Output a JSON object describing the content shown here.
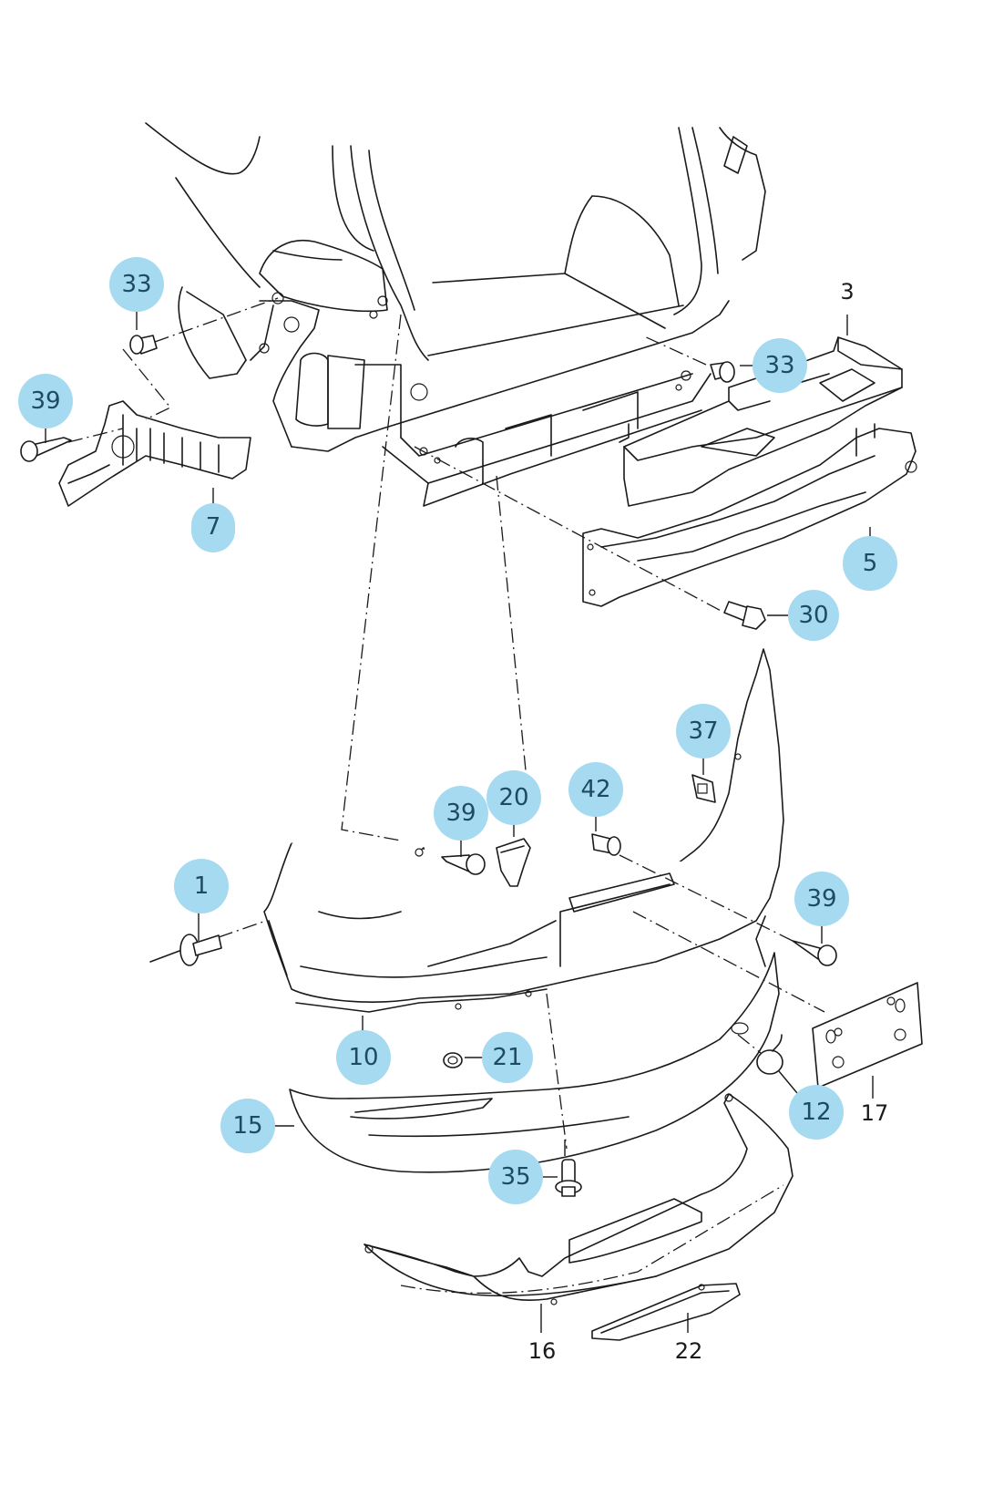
{
  "diagram": {
    "title": "Rear bumper assembly exploded view",
    "callout_color": "#a5daf0",
    "callout_text_color": "#1e4a62",
    "highlighted_callouts": [
      {
        "id": "c33a",
        "label": "33"
      },
      {
        "id": "c39a",
        "label": "39"
      },
      {
        "id": "c7",
        "label": "7"
      },
      {
        "id": "c33b",
        "label": "33"
      },
      {
        "id": "c5",
        "label": "5"
      },
      {
        "id": "c30",
        "label": "30"
      },
      {
        "id": "c37",
        "label": "37"
      },
      {
        "id": "c20",
        "label": "20"
      },
      {
        "id": "c42",
        "label": "42"
      },
      {
        "id": "c39b",
        "label": "39"
      },
      {
        "id": "c1",
        "label": "1"
      },
      {
        "id": "c39c",
        "label": "39"
      },
      {
        "id": "c10",
        "label": "10"
      },
      {
        "id": "c21",
        "label": "21"
      },
      {
        "id": "c12",
        "label": "12"
      },
      {
        "id": "c15",
        "label": "15"
      },
      {
        "id": "c35",
        "label": "35"
      }
    ],
    "plain_callouts": [
      {
        "id": "p3",
        "label": "3"
      },
      {
        "id": "p17",
        "label": "17"
      },
      {
        "id": "p16",
        "label": "16"
      },
      {
        "id": "p22",
        "label": "22"
      }
    ],
    "parts": [
      "vehicle-rear-body",
      "impact-absorber",
      "bumper-reinforcement",
      "side-guide-bracket",
      "bumper-cover",
      "lower-valance",
      "diffuser-panel",
      "diffuser-trim-strip",
      "license-plate-bracket",
      "tow-hook-cap"
    ]
  }
}
